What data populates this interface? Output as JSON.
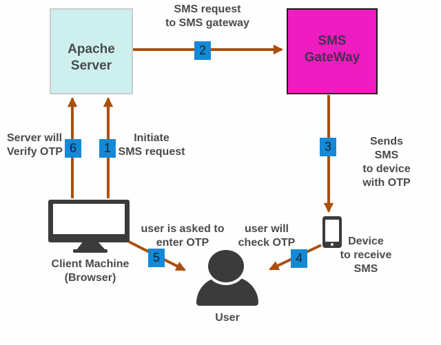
{
  "nodes": {
    "apache_server": {
      "label": "Apache\nServer"
    },
    "sms_gateway": {
      "label": "SMS\nGateWay"
    },
    "client_machine": {
      "label": "Client Machine\n(Browser)"
    },
    "device": {
      "label": "Device\nto receive SMS"
    },
    "user": {
      "label": "User"
    }
  },
  "steps": [
    {
      "num": "1",
      "label": "Initiate\nSMS request",
      "from": "client_machine",
      "to": "apache_server"
    },
    {
      "num": "2",
      "label": "SMS request\nto SMS gateway",
      "from": "apache_server",
      "to": "sms_gateway"
    },
    {
      "num": "3",
      "label": "Sends SMS\nto device with OTP",
      "from": "sms_gateway",
      "to": "device"
    },
    {
      "num": "4",
      "label": "user will\ncheck OTP",
      "from": "device",
      "to": "user"
    },
    {
      "num": "5",
      "label": "user is asked to\nenter OTP",
      "from": "client_machine",
      "to": "user"
    },
    {
      "num": "6",
      "label": "Server will\nVerify OTP",
      "from": "client_machine",
      "to": "apache_server"
    }
  ],
  "colors": {
    "arrow": "#a9500e",
    "badge": "#1489d8",
    "badge_text": "#0d2433",
    "box1_fill": "#cdf0ee",
    "box1_border": "#c9cccc",
    "box2_fill": "#ef1cc1",
    "box2_border": "#1c1c1c",
    "box2_text": "#45304e",
    "icon": "#3b3b3b",
    "text": "#4a4a4a"
  }
}
